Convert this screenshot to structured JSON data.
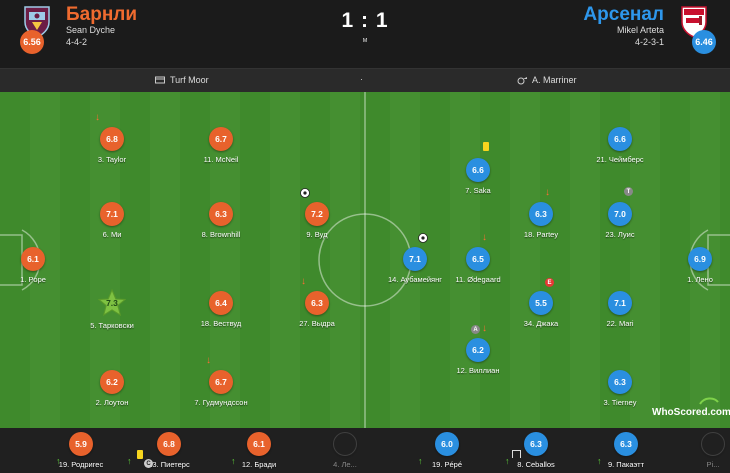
{
  "home": {
    "name": "Барнли",
    "coach": "Sean Dyche",
    "formation": "4-4-2",
    "rating": "6.56",
    "color": "#e8622c",
    "crest_icon": "burnley-crest-icon"
  },
  "away": {
    "name": "Арсенал",
    "coach": "Mikel Arteta",
    "formation": "4-2-3-1",
    "rating": "6.46",
    "color": "#2a8fe0",
    "crest_icon": "arsenal-crest-icon"
  },
  "score": "1 : 1",
  "status": "м",
  "stadium": "Turf Moor",
  "referee": "A. Marriner",
  "separator": "·",
  "brand": {
    "main": "WhoScored",
    "suffix": ".com"
  },
  "home_players": [
    {
      "rating": "6.1",
      "name": "1. Pope"
    },
    {
      "rating": "6.2",
      "name": "2. Лоутон"
    },
    {
      "rating": "7.3",
      "name": "5. Тарковски",
      "motm": true
    },
    {
      "rating": "7.1",
      "name": "6. Ми"
    },
    {
      "rating": "6.8",
      "name": "3. Taylor"
    },
    {
      "rating": "6.7",
      "name": "7. Гудмундссон"
    },
    {
      "rating": "6.4",
      "name": "18. Вествуд"
    },
    {
      "rating": "6.3",
      "name": "8. Brownhill"
    },
    {
      "rating": "6.7",
      "name": "11. McNeil"
    },
    {
      "rating": "6.3",
      "name": "27. Выдра"
    },
    {
      "rating": "7.2",
      "name": "9. Вуд"
    }
  ],
  "away_players": [
    {
      "rating": "6.9",
      "name": "1. Лено"
    },
    {
      "rating": "6.3",
      "name": "3. Tierney"
    },
    {
      "rating": "7.1",
      "name": "22. Mari"
    },
    {
      "rating": "7.0",
      "name": "23. Луис"
    },
    {
      "rating": "6.6",
      "name": "21. Чеймберс"
    },
    {
      "rating": "5.5",
      "name": "34. Джака"
    },
    {
      "rating": "6.3",
      "name": "18. Partey"
    },
    {
      "rating": "6.2",
      "name": "12. Виллиан"
    },
    {
      "rating": "6.5",
      "name": "11. Ødegaard"
    },
    {
      "rating": "6.6",
      "name": "7. Saka"
    },
    {
      "rating": "7.1",
      "name": "14. Аубамейянг"
    }
  ],
  "badges": {
    "captain": "C",
    "assist": "A",
    "error": "E",
    "tag": "T"
  },
  "home_bench": [
    {
      "rating": "5.9",
      "name": "19. Родригес"
    },
    {
      "rating": "6.8",
      "name": "23. Пиетерс"
    },
    {
      "rating": "6.1",
      "name": "12. Бради"
    },
    {
      "rating": "",
      "name": "4. Ле..."
    }
  ],
  "away_bench": [
    {
      "rating": "6.0",
      "name": "19. Pépé"
    },
    {
      "rating": "6.3",
      "name": "8. Ceballos"
    },
    {
      "rating": "6.3",
      "name": "9. Пакаэтт"
    },
    {
      "rating": "",
      "name": "Pi..."
    }
  ]
}
